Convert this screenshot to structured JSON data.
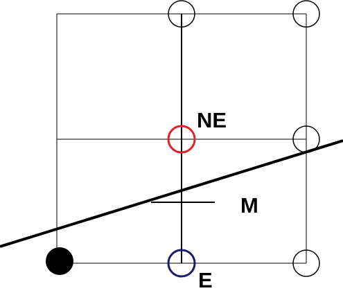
{
  "labels": {
    "ne": "NE",
    "m": "M",
    "e": "E"
  },
  "colors": {
    "grid": "#000000",
    "ne_point": "#e0202a",
    "e_point": "#1a1a6e",
    "chosen_point": "#000000",
    "background": "#ffffff"
  }
}
